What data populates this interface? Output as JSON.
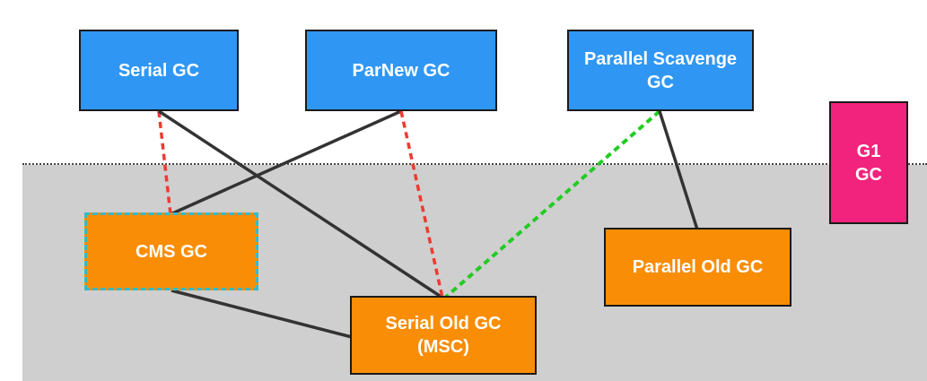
{
  "nodes": {
    "serial": {
      "label": "Serial GC"
    },
    "parnew": {
      "label": "ParNew GC"
    },
    "parallel_scavenge": {
      "label": "Parallel Scavenge\nGC"
    },
    "g1": {
      "label": "G1\nGC"
    },
    "cms": {
      "label": "CMS GC"
    },
    "parallel_old": {
      "label": "Parallel Old GC"
    },
    "serial_old": {
      "label": "Serial Old GC\n(MSC)"
    }
  },
  "colors": {
    "young_box": "#2f97f3",
    "old_box": "#f98d06",
    "g1_box": "#f2237c",
    "cms_border": "#3bb8c2",
    "old_region": "#cfcfcf",
    "solid_link": "#333333",
    "red_dashed_link": "#ee3b30",
    "green_dashed_link": "#22cc22"
  },
  "links": [
    {
      "from": "serial",
      "to": "cms",
      "style": "red-dashed"
    },
    {
      "from": "serial",
      "to": "serial_old",
      "style": "solid"
    },
    {
      "from": "parnew",
      "to": "cms",
      "style": "solid"
    },
    {
      "from": "parnew",
      "to": "serial_old",
      "style": "red-dashed"
    },
    {
      "from": "parallel_scavenge",
      "to": "serial_old",
      "style": "green-dashed"
    },
    {
      "from": "parallel_scavenge",
      "to": "parallel_old",
      "style": "solid"
    },
    {
      "from": "cms",
      "to": "serial_old",
      "style": "solid"
    }
  ]
}
